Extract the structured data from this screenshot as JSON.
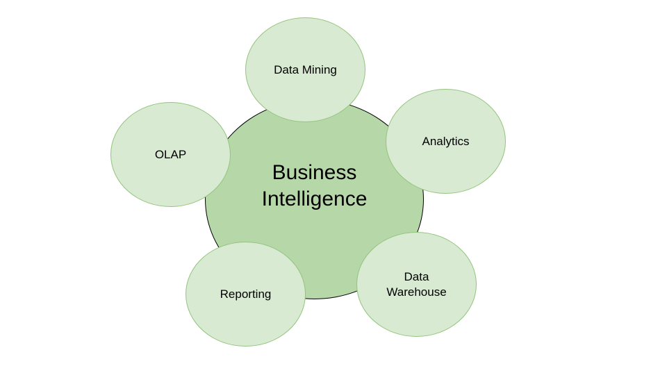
{
  "diagram": {
    "center": {
      "label": "Business\nIntelligence"
    },
    "satellites": [
      {
        "id": "data-mining",
        "label": "Data Mining"
      },
      {
        "id": "analytics",
        "label": "Analytics"
      },
      {
        "id": "data-warehouse",
        "label": "Data\nWarehouse"
      },
      {
        "id": "reporting",
        "label": "Reporting"
      },
      {
        "id": "olap",
        "label": "OLAP"
      }
    ],
    "colors": {
      "center_fill": "#b6d7a8",
      "satellite_fill": "#d9ead3",
      "satellite_stroke": "#93c47d"
    }
  }
}
